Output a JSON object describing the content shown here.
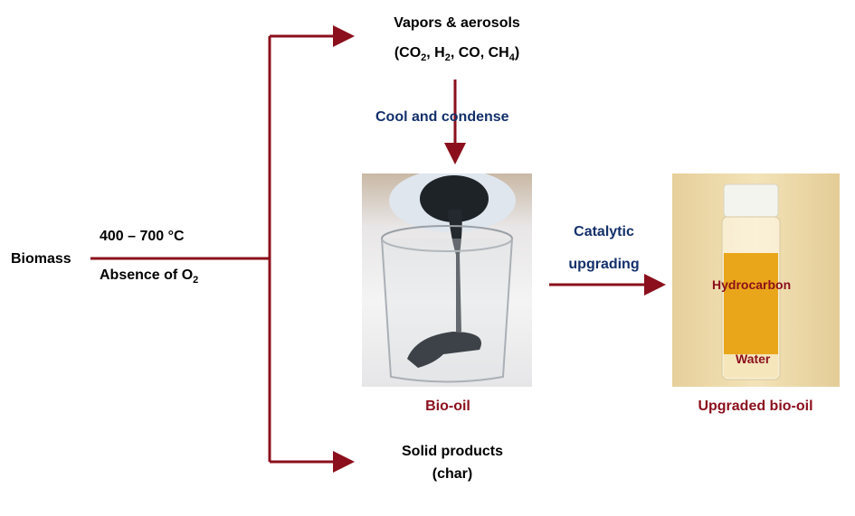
{
  "inputs": {
    "biomass": "Biomass",
    "temperature": "400 – 700 °C",
    "absence": "Absence of O",
    "absence_sub": "2"
  },
  "vapors": {
    "title": "Vapors & aerosols",
    "gases": [
      "CO",
      "2",
      ", H",
      "2",
      ", CO, CH",
      "4"
    ]
  },
  "condense": "Cool and condense",
  "solid": {
    "line1": "Solid products",
    "line2": "(char)"
  },
  "bio_oil": "Bio-oil",
  "catalytic": {
    "line1": "Catalytic",
    "line2": "upgrading"
  },
  "upgraded": {
    "label": "Upgraded bio-oil",
    "hydrocarbon": "Hydrocarbon",
    "water": "Water"
  },
  "colors": {
    "arrow": "#8b0f1c",
    "navy": "#13306b"
  }
}
